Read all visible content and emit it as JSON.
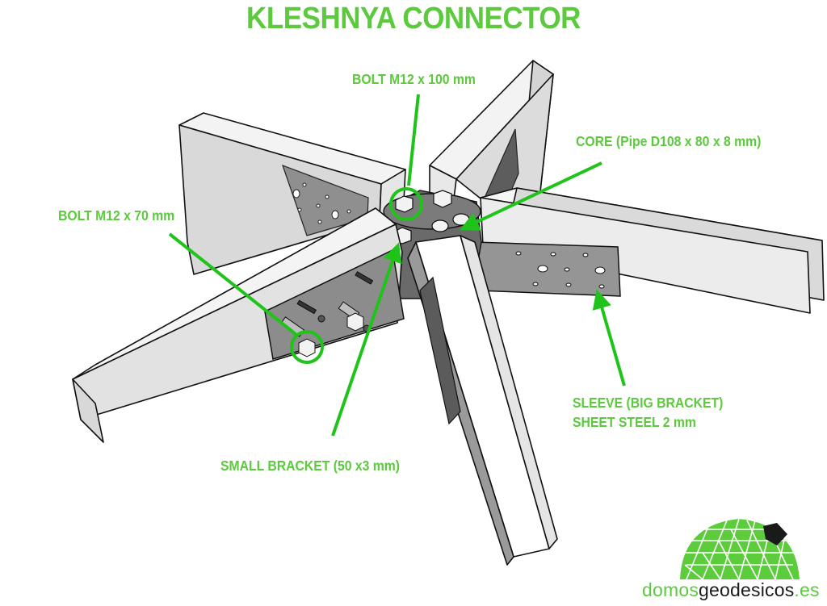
{
  "title": "KLESHNYA CONNECTOR",
  "colors": {
    "accent": "#5cc93e",
    "arrow": "#1fc31a",
    "wood_top": "#f6f6f6",
    "wood_side": "#d6d6d6",
    "wood_end": "#e4e4e4",
    "steel": "#8e8e8e",
    "steel_dark": "#5a5a5a",
    "logo_dark": "#1a1a1a"
  },
  "labels": {
    "bolt_100": "BOLT M12 x 100 mm",
    "core": "CORE (Pipe D108 x 80 x 8 mm)",
    "bolt_70": "BOLT M12 x 70 mm",
    "sleeve_line1": "SLEEVE (BIG BRACKET)",
    "sleeve_line2": "SHEET STEEL 2 mm",
    "small_bracket": "SMALL BRACKET (50 x3 mm)"
  },
  "logo": {
    "part1": "domos",
    "part2": "geodesicos",
    "part3": ".es",
    "icon": "geodesic-dome-icon"
  }
}
